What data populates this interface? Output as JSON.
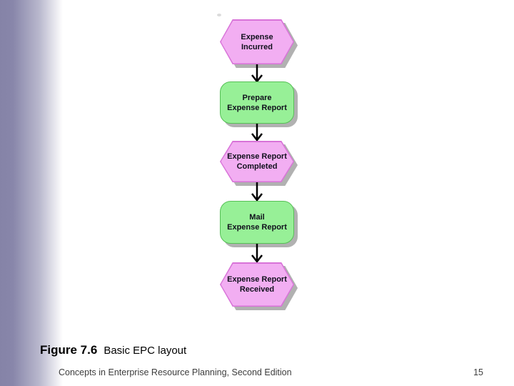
{
  "slide": {
    "caption": {
      "figure_label": "Figure 7.6",
      "figure_title": "Basic EPC layout"
    },
    "footer": {
      "text": "Concepts in Enterprise Resource Planning, Second Edition",
      "page_number": "15"
    }
  },
  "diagram": {
    "type": "epc-flowchart",
    "nodes": [
      {
        "type": "event",
        "line1": "Expense",
        "line2": "Incurred"
      },
      {
        "type": "function",
        "line1": "Prepare",
        "line2": "Expense Report"
      },
      {
        "type": "event",
        "line1": "Expense Report",
        "line2": "Completed"
      },
      {
        "type": "function",
        "line1": "Mail",
        "line2": "Expense Report"
      },
      {
        "type": "event",
        "line1": "Expense Report",
        "line2": "Received"
      }
    ],
    "flow": "top-to-bottom",
    "colors": {
      "event_fill": "#F2AEF2",
      "event_border": "#D873D8",
      "function_fill": "#97F097",
      "function_border": "#55C055",
      "shadow": "#B1B1B1",
      "arrow": "#000000",
      "left_gradient": "#8583A7"
    }
  }
}
